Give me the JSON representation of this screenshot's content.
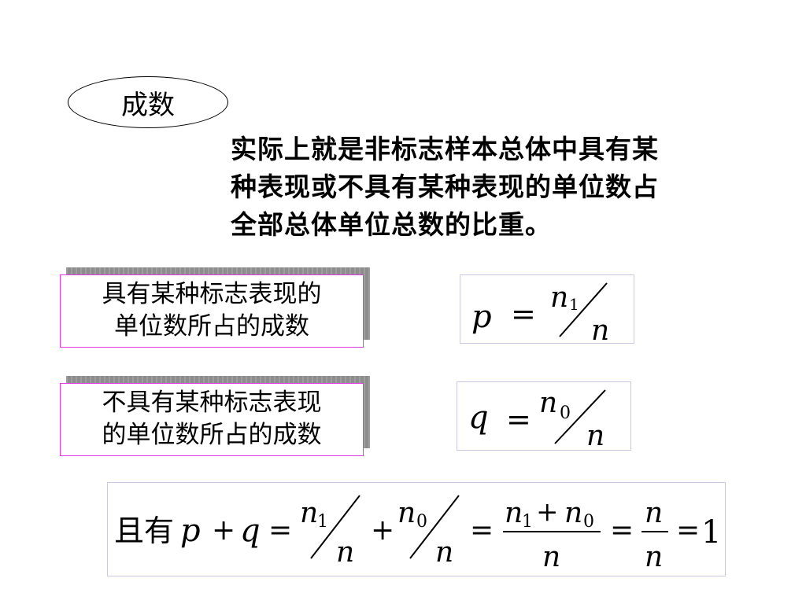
{
  "title": "成数",
  "definition_lines": [
    "实际上就是非标志样本总体中具有某",
    "种表现或不具有某种表现的单位数占",
    "全部总体单位总数的比重。"
  ],
  "labels": {
    "p_label_lines": [
      "具有某种标志表现的",
      "单位数所占的成数"
    ],
    "q_label_lines": [
      "不具有某种标志表现",
      "的单位数所占的成数"
    ]
  },
  "formulas": {
    "p": {
      "lhs": "p",
      "eq": "=",
      "num": "n",
      "num_sub": "1",
      "den": "n"
    },
    "q": {
      "lhs": "q",
      "eq": "=",
      "num": "n",
      "num_sub": "0",
      "den": "n"
    },
    "sum": {
      "prefix": "且有",
      "p": "p",
      "plus": "+",
      "q": "q",
      "eq": "=",
      "n": "n",
      "sub1": "1",
      "sub0": "0",
      "one": "1"
    }
  },
  "colors": {
    "label_border": "#e23be6",
    "formula_border": "#c9c9e6",
    "shadow": "#8d8d8d"
  }
}
